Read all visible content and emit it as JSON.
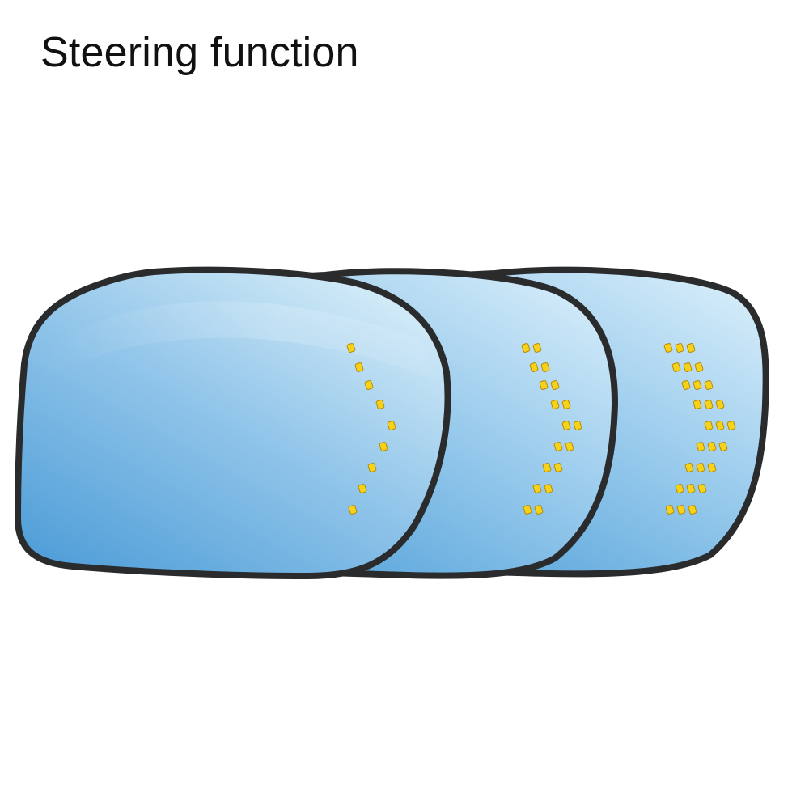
{
  "title": "Steering function",
  "colors": {
    "frame": "#2a2b2c",
    "glass_light": "#d4ecf8",
    "glass_mid": "#93c6ea",
    "glass_dark": "#4f9ed8",
    "led_fill": "#f6d21a",
    "led_edge": "#b48a08"
  },
  "mirrors": [
    {
      "name": "mirror-single-chevron",
      "led_columns": 1
    },
    {
      "name": "mirror-double-chevron",
      "led_columns": 2
    },
    {
      "name": "mirror-triple-chevron",
      "led_columns": 3
    }
  ]
}
